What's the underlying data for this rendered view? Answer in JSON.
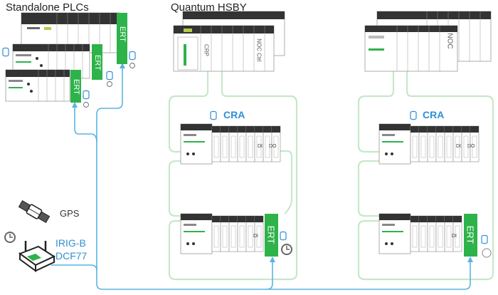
{
  "labels": {
    "standalone_plcs": "Standalone PLCs",
    "quantum_hsby": "Quantum HSBY",
    "cra_left": "CRA",
    "cra_right": "CRA",
    "gps": "GPS",
    "irig_b": "IRIG-B",
    "dcf77": "DCF77",
    "ert": "ERT",
    "crp": "CRP",
    "noc_ctrl": "NOC Ctrl",
    "noc": "NOC",
    "di": "DI",
    "do": "DO"
  },
  "colors": {
    "ethernet_link": "#c7e8c9",
    "time_link": "#5ab4e5",
    "ert_module": "#2eb24a",
    "accent_blue": "#2f8fd6"
  },
  "icons": [
    "database-icon",
    "clock-icon",
    "satellite-icon",
    "gps-receiver-icon"
  ]
}
